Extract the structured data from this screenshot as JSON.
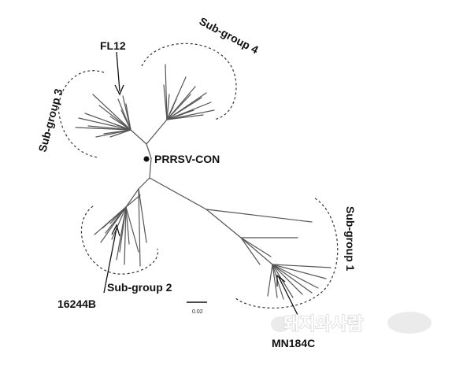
{
  "diagram": {
    "root_label": "PRRSV-CON",
    "subgroups": [
      {
        "id": "sg1",
        "label": "Sub-group 1"
      },
      {
        "id": "sg2",
        "label": "Sub-group 2"
      },
      {
        "id": "sg3",
        "label": "Sub-group 3"
      },
      {
        "id": "sg4",
        "label": "Sub-group 4"
      }
    ],
    "strains": [
      {
        "id": "fl12",
        "label": "FL12",
        "subgroup": "Sub-group 3"
      },
      {
        "id": "16244b",
        "label": "16244B",
        "subgroup": "Sub-group 2"
      },
      {
        "id": "mn184c",
        "label": "MN184C",
        "subgroup": "Sub-group 1"
      }
    ],
    "scale_bar": {
      "label": "0.02"
    },
    "watermark": {
      "text": "돼지와사람"
    },
    "colors": {
      "lines": "#555555",
      "text": "#111111",
      "watermark": "#e6e6e6"
    }
  }
}
